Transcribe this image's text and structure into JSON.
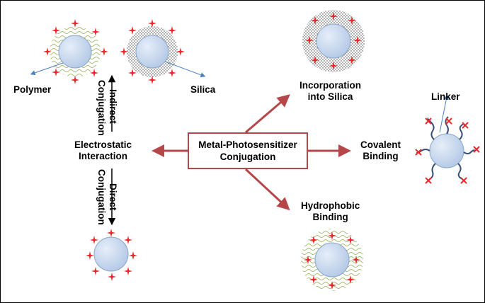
{
  "center": {
    "line1": "Metal-Photosensitizer",
    "line2": "Conjugation"
  },
  "labels": {
    "polymer": "Polymer",
    "silica": "Silica",
    "indirect_line1": "Indirect",
    "indirect_line2": "Conjugation",
    "electrostatic_line1": "Electrostatic",
    "electrostatic_line2": "Interaction",
    "direct_line1": "Direct",
    "direct_line2": "Conjugation",
    "incorporation_line1": "Incorporation",
    "incorporation_line2": "into Silica",
    "linker": "Linker",
    "covalent_line1": "Covalent",
    "covalent_line2": "Binding",
    "hydrophobic_line1": "Hydrophobic",
    "hydrophobic_line2": "Binding"
  },
  "colors": {
    "arrow": "#b5474a",
    "core": "#c5d6ec",
    "core_edge": "#8aa6c8",
    "star": "#e8282b",
    "polymer_wave": "#8aa84a",
    "silica_dots": "#555555",
    "pointer": "#4a7fc0",
    "linker": "#3a4f78"
  },
  "icons": {
    "photosensitizer": "red-star-icon",
    "nanoparticle": "nanoparticle-core-icon"
  }
}
